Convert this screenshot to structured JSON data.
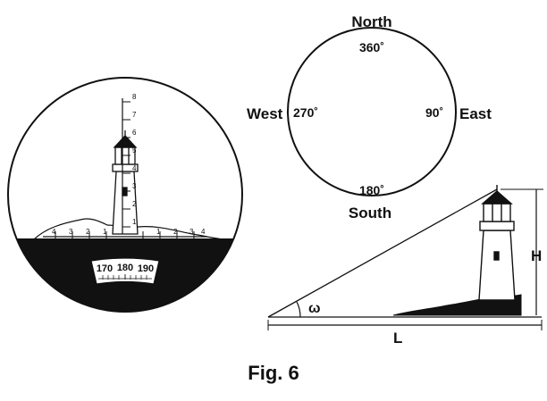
{
  "compass": {
    "north": "North",
    "south": "South",
    "east": "East",
    "west": "West",
    "deg_north": "360˚",
    "deg_south": "180˚",
    "deg_east": "90˚",
    "deg_west": "270˚"
  },
  "binocular_view": {
    "vertical_scale": [
      "1",
      "2",
      "3",
      "4",
      "5",
      "6",
      "7",
      "8"
    ],
    "horizontal_scale": [
      "4",
      "3",
      "2",
      "1",
      "",
      "1",
      "2",
      "3",
      "4"
    ],
    "compass_readout": [
      "170",
      "180",
      "190"
    ]
  },
  "geometry_labels": {
    "angle": "ω",
    "height": "H",
    "distance": "L"
  },
  "caption": "Fig. 6"
}
